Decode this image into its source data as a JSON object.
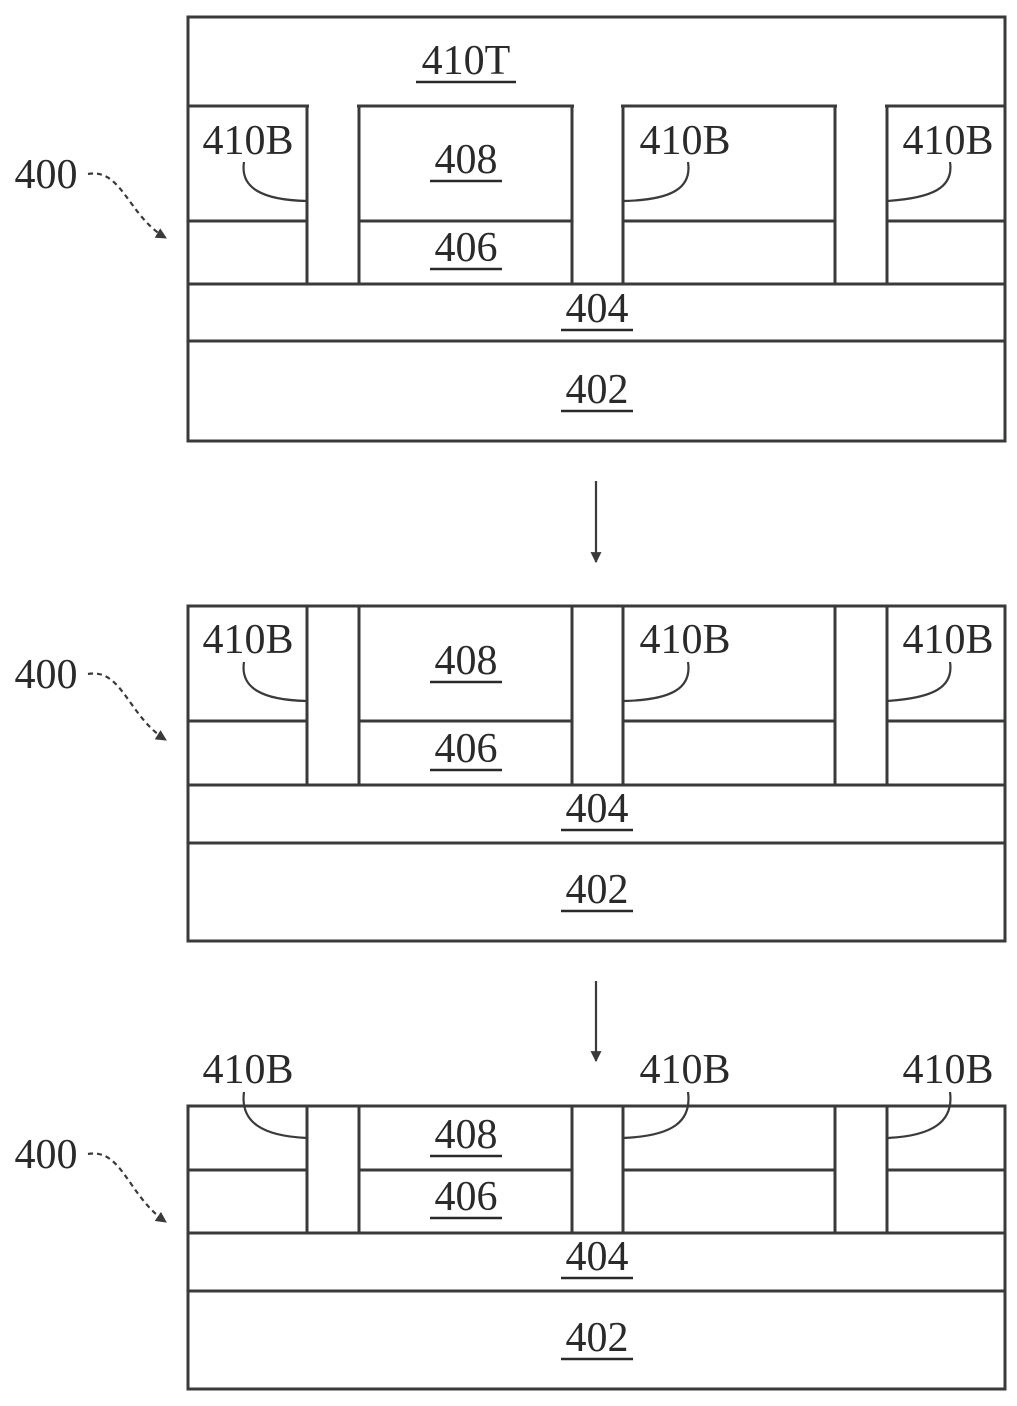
{
  "figure": {
    "device_ref": "400",
    "top_layer": "410T",
    "trench_fill": "410B",
    "upper_layer": "408",
    "mid_layer": "406",
    "base_layer": "404",
    "substrate": "402"
  },
  "colors": {
    "line": "#3a3a3a",
    "text": "#2a2a2a",
    "background": "#ffffff"
  }
}
